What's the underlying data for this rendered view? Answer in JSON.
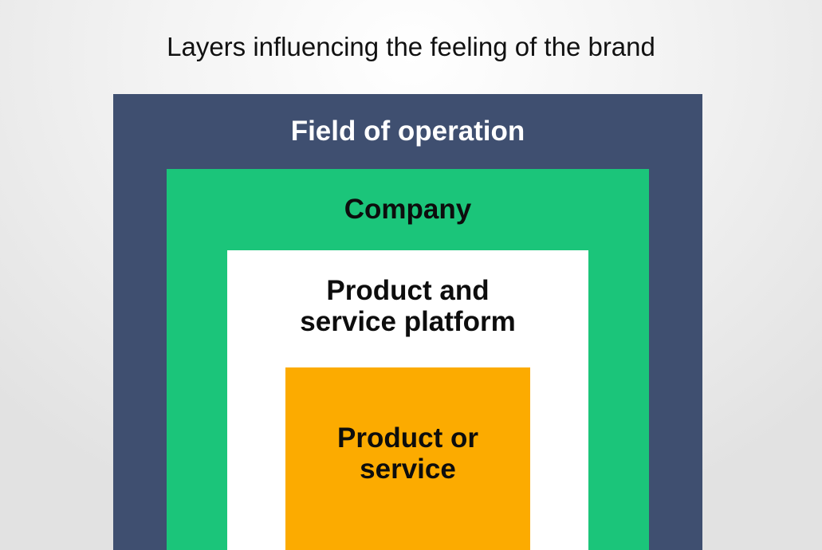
{
  "title": "Layers influencing the feeling of the brand",
  "layers": [
    {
      "label": "Field of operation",
      "background": "#3f4f70",
      "text_color": "#ffffff"
    },
    {
      "label": "Company",
      "background": "#1bc57a",
      "text_color": "#0d0d0d"
    },
    {
      "label": "Product and\nservice platform",
      "background": "#ffffff",
      "text_color": "#0d0d0d"
    },
    {
      "label": "Product or\nservice",
      "background": "#fcab00",
      "text_color": "#0d0d0d"
    }
  ]
}
